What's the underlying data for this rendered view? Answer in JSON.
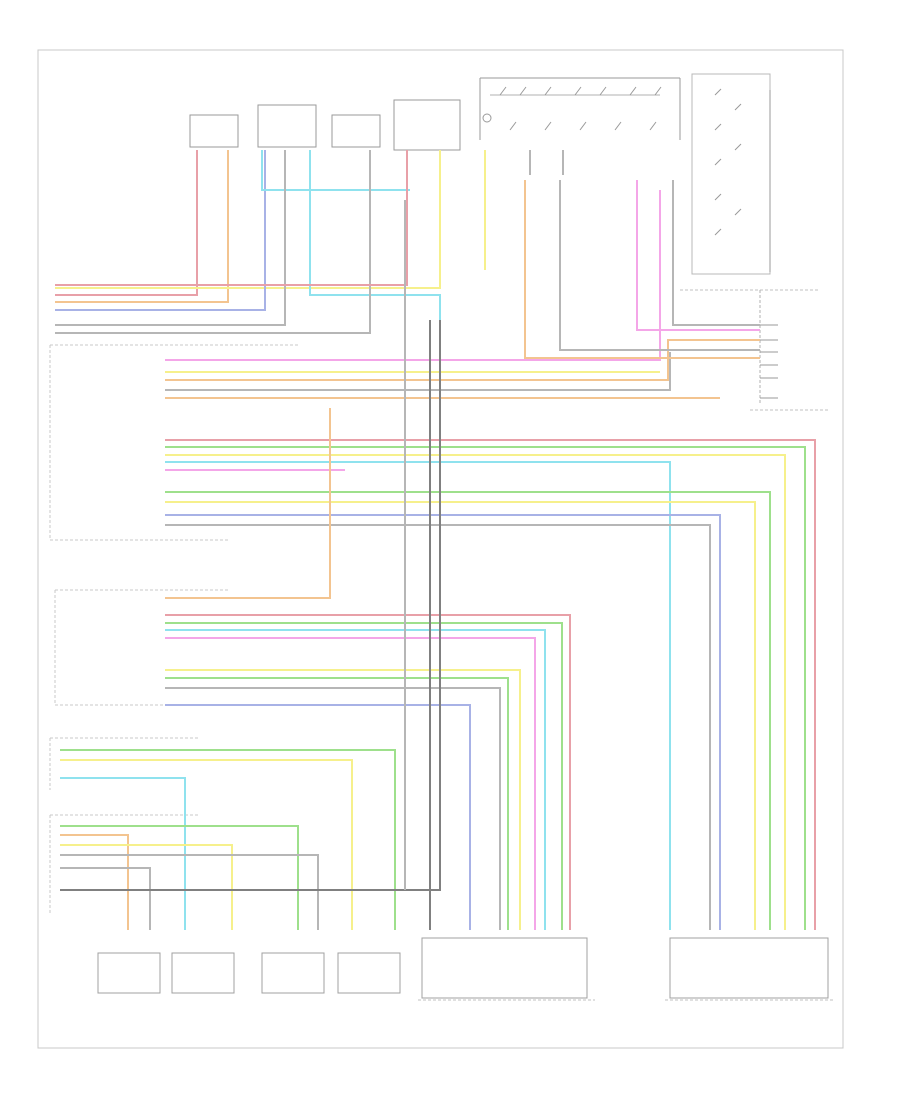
{
  "page": {
    "footer_code": ""
  },
  "wire_colors": {
    "red": "#e8a0a8",
    "orange": "#f3c490",
    "yellow": "#f6f08c",
    "blue": "#a8b2e6",
    "cyan": "#8fe2ee",
    "green": "#9ee08c",
    "pink": "#f4a6e8",
    "gray": "#b6b6b6",
    "dark": "#808080"
  },
  "top_modules": [
    {
      "id": "m1",
      "title": "",
      "body": ""
    },
    {
      "id": "m2",
      "title": "",
      "body": ""
    },
    {
      "id": "m3",
      "title": "",
      "body": ""
    },
    {
      "id": "m4",
      "title": "",
      "body": ""
    }
  ],
  "switch_groups": {
    "memory_switch": {
      "title": ""
    },
    "mirror_switch": {
      "title": "",
      "positions": [
        "",
        "",
        "",
        "",
        "",
        ""
      ]
    }
  },
  "connector_blocks": [
    {
      "id": "module-1",
      "title": "",
      "pins": []
    },
    {
      "id": "module-2",
      "title": "",
      "pins": []
    },
    {
      "id": "module-3",
      "title": "",
      "pins": []
    }
  ],
  "bottom_components": [
    {
      "id": "c1",
      "label": ""
    },
    {
      "id": "c2",
      "label": ""
    },
    {
      "id": "c3",
      "label": ""
    },
    {
      "id": "c4",
      "label": ""
    },
    {
      "id": "c5",
      "label": ""
    },
    {
      "id": "c6",
      "label": ""
    }
  ]
}
